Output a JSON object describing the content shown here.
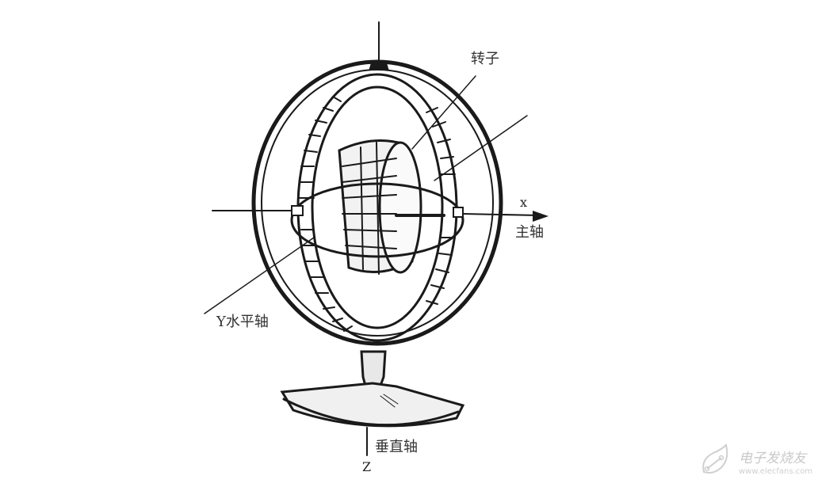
{
  "diagram": {
    "subject": "gyroscope",
    "labels": {
      "rotor": "转子",
      "x_axis_letter": "x",
      "main_axis": "主轴",
      "y_axis": "Y水平轴",
      "vertical_axis": "垂直轴",
      "z_axis_letter": "Z"
    }
  },
  "watermark": {
    "title": "电子发烧友",
    "url": "www.elecfans.com"
  },
  "colors": {
    "ink": "#1a1a1a",
    "background": "#ffffff",
    "watermark": "#c8c8c8"
  }
}
